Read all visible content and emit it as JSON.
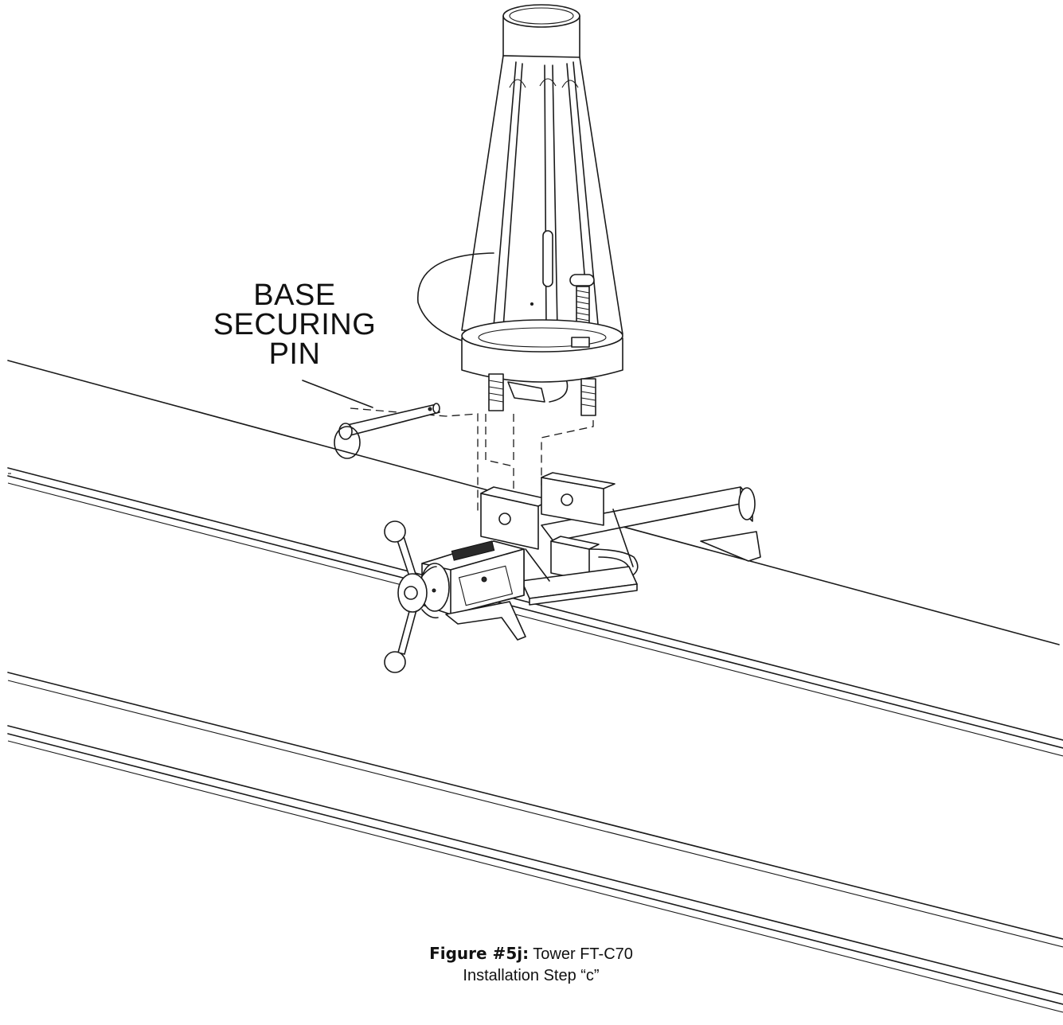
{
  "callout": {
    "lines": [
      "BASE",
      "SECURING",
      "PIN"
    ]
  },
  "caption": {
    "figure_label": "Figure #5j:",
    "title_rest": "Tower FT-C70",
    "subtitle": "Installation Step “c”"
  },
  "colors": {
    "ink": "#1a1a1a",
    "background": "#ffffff"
  }
}
